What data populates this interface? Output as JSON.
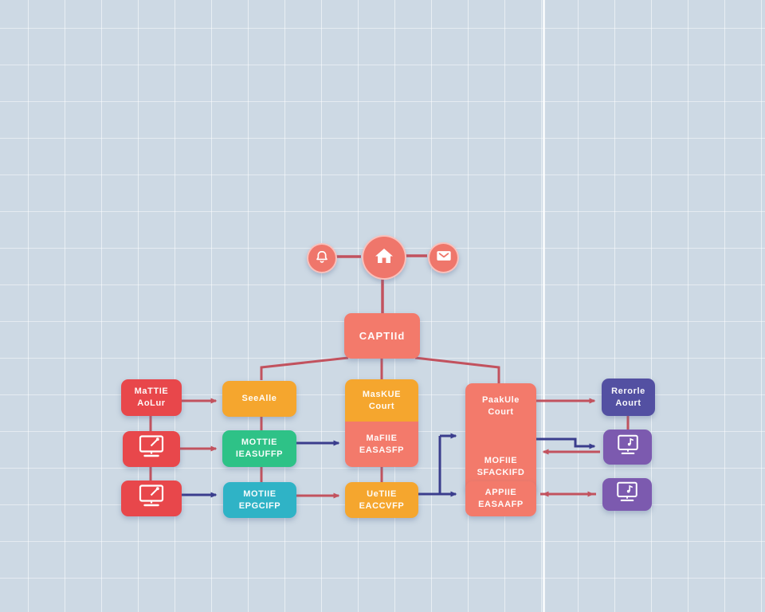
{
  "diagram": {
    "title": "flow-diagram",
    "colors": {
      "bg": "#cdd9e4",
      "red": "#e8474b",
      "orange": "#f5a62e",
      "green": "#2ec287",
      "teal": "#2fb3c6",
      "salmon": "#f37a6b",
      "purpleDark": "#5350a2",
      "purple": "#7c5aaf",
      "circle": "#ef766b",
      "lineRed": "#c2525e",
      "lineNavy": "#3a3d8d"
    },
    "top_icons": [
      {
        "icon": "bell-icon"
      },
      {
        "icon": "home-icon"
      },
      {
        "icon": "mail-icon"
      }
    ],
    "nodes": {
      "root": {
        "l1": "CAPTIId"
      },
      "c1r1": {
        "l1": "MaTTIE",
        "l2": "AoLur"
      },
      "c1r2": {
        "icon": "monitor-pen-icon"
      },
      "c1r3": {
        "icon": "monitor-pen-icon"
      },
      "c2r1": {
        "l1": "SeeAlle"
      },
      "c2r2": {
        "l1": "MOTTIE",
        "l2": "IEASUFFP"
      },
      "c2r3": {
        "l1": "MOTIIE",
        "l2": "EPGCIFP"
      },
      "c3r1": {
        "l1": "MasKUE",
        "l2": "Court"
      },
      "c3r2": {
        "l1": "MaFIIE",
        "l2": "EASASFP"
      },
      "c3r3": {
        "l1": "UeTIIE",
        "l2": "EACCVFP"
      },
      "c4r1a": {
        "l1": "PaakUle",
        "l2": "Court"
      },
      "c4r1b": {
        "l1": "MOFIIE",
        "l2": "SFACKIFD"
      },
      "c4r2": {
        "l1": "APPIIE",
        "l2": "EASAAFP"
      },
      "c5r1": {
        "l1": "Rerorle",
        "l2": "Aourt"
      },
      "c5r2": {
        "icon": "monitor-note-icon"
      },
      "c5r3": {
        "icon": "monitor-note-icon"
      }
    },
    "edges": [
      {
        "from": "home",
        "to": "root",
        "color": "red",
        "arrow": "none"
      },
      {
        "from": "root",
        "to": "c2r1",
        "color": "red",
        "arrow": "none"
      },
      {
        "from": "root",
        "to": "c3r1",
        "color": "red",
        "arrow": "none"
      },
      {
        "from": "root",
        "to": "c4r1a",
        "color": "red",
        "arrow": "none"
      },
      {
        "from": "c1r1",
        "to": "c2r1",
        "color": "red",
        "arrow": "end"
      },
      {
        "from": "c1r2",
        "to": "c2r2",
        "color": "red",
        "arrow": "end"
      },
      {
        "from": "c1r3",
        "to": "c2r3",
        "color": "navy",
        "arrow": "end"
      },
      {
        "from": "c2r2",
        "to": "c3r2",
        "color": "navy",
        "arrow": "end"
      },
      {
        "from": "c2r3",
        "to": "c3r3",
        "color": "red",
        "arrow": "end"
      },
      {
        "from": "c3r3",
        "to": "c4r1b",
        "color": "navy",
        "arrow": "end"
      },
      {
        "from": "c3r3",
        "to": "c4r2",
        "color": "navy",
        "arrow": "end"
      },
      {
        "from": "c4r1a",
        "to": "c5r1",
        "color": "red",
        "arrow": "end"
      },
      {
        "from": "c4r1b",
        "to": "c5r2",
        "color": "navy",
        "arrow": "end"
      },
      {
        "from": "c5r2",
        "to": "c4r1b",
        "color": "red",
        "arrow": "end"
      },
      {
        "from": "c4r2",
        "to": "c5r3",
        "color": "red",
        "arrow": "both"
      }
    ]
  }
}
